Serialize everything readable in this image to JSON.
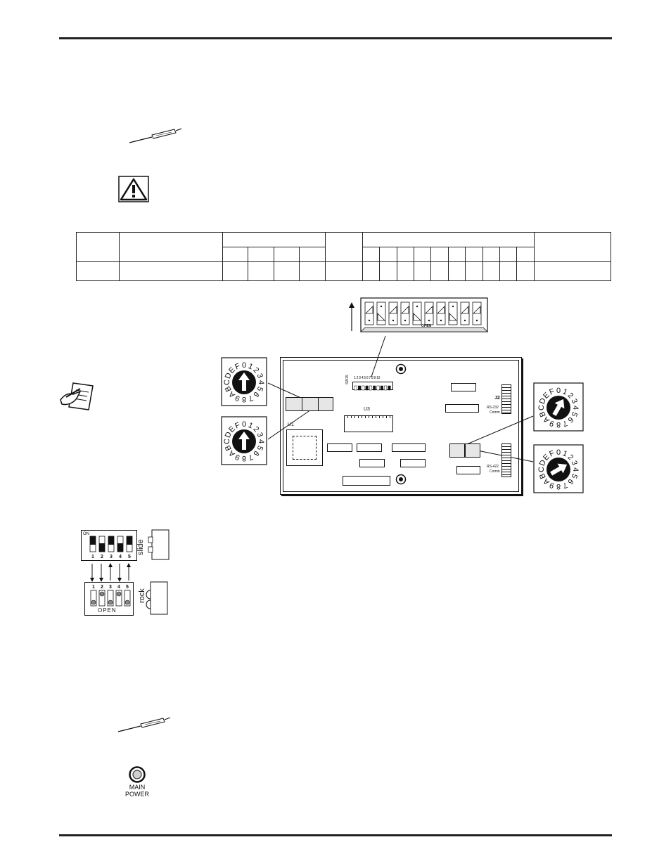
{
  "board": {
    "switch_label": "SW15",
    "switch_numbers": "1 2 3 4 5 6 7 8 9 10",
    "open_label": "OPEN",
    "u3": "U3",
    "u1": "U1",
    "j2": "J2",
    "rs232": "RS-232",
    "rs422": "RS-422",
    "comm": "Comm"
  },
  "dial_chars": [
    "0",
    "1",
    "2",
    "3",
    "4",
    "5",
    "6",
    "7",
    "8",
    "9",
    "A",
    "B",
    "C",
    "D",
    "E",
    "F"
  ],
  "dip_legend": {
    "on": "ON",
    "numbers": [
      "1",
      "2",
      "3",
      "4",
      "5"
    ],
    "slide": "slide",
    "rock": "rock",
    "open": "OPEN"
  },
  "power": {
    "label_line1": "MAIN",
    "label_line2": "POWER"
  },
  "colors": {
    "ink": "#111111",
    "chip_fill": "#e6e6e6"
  }
}
